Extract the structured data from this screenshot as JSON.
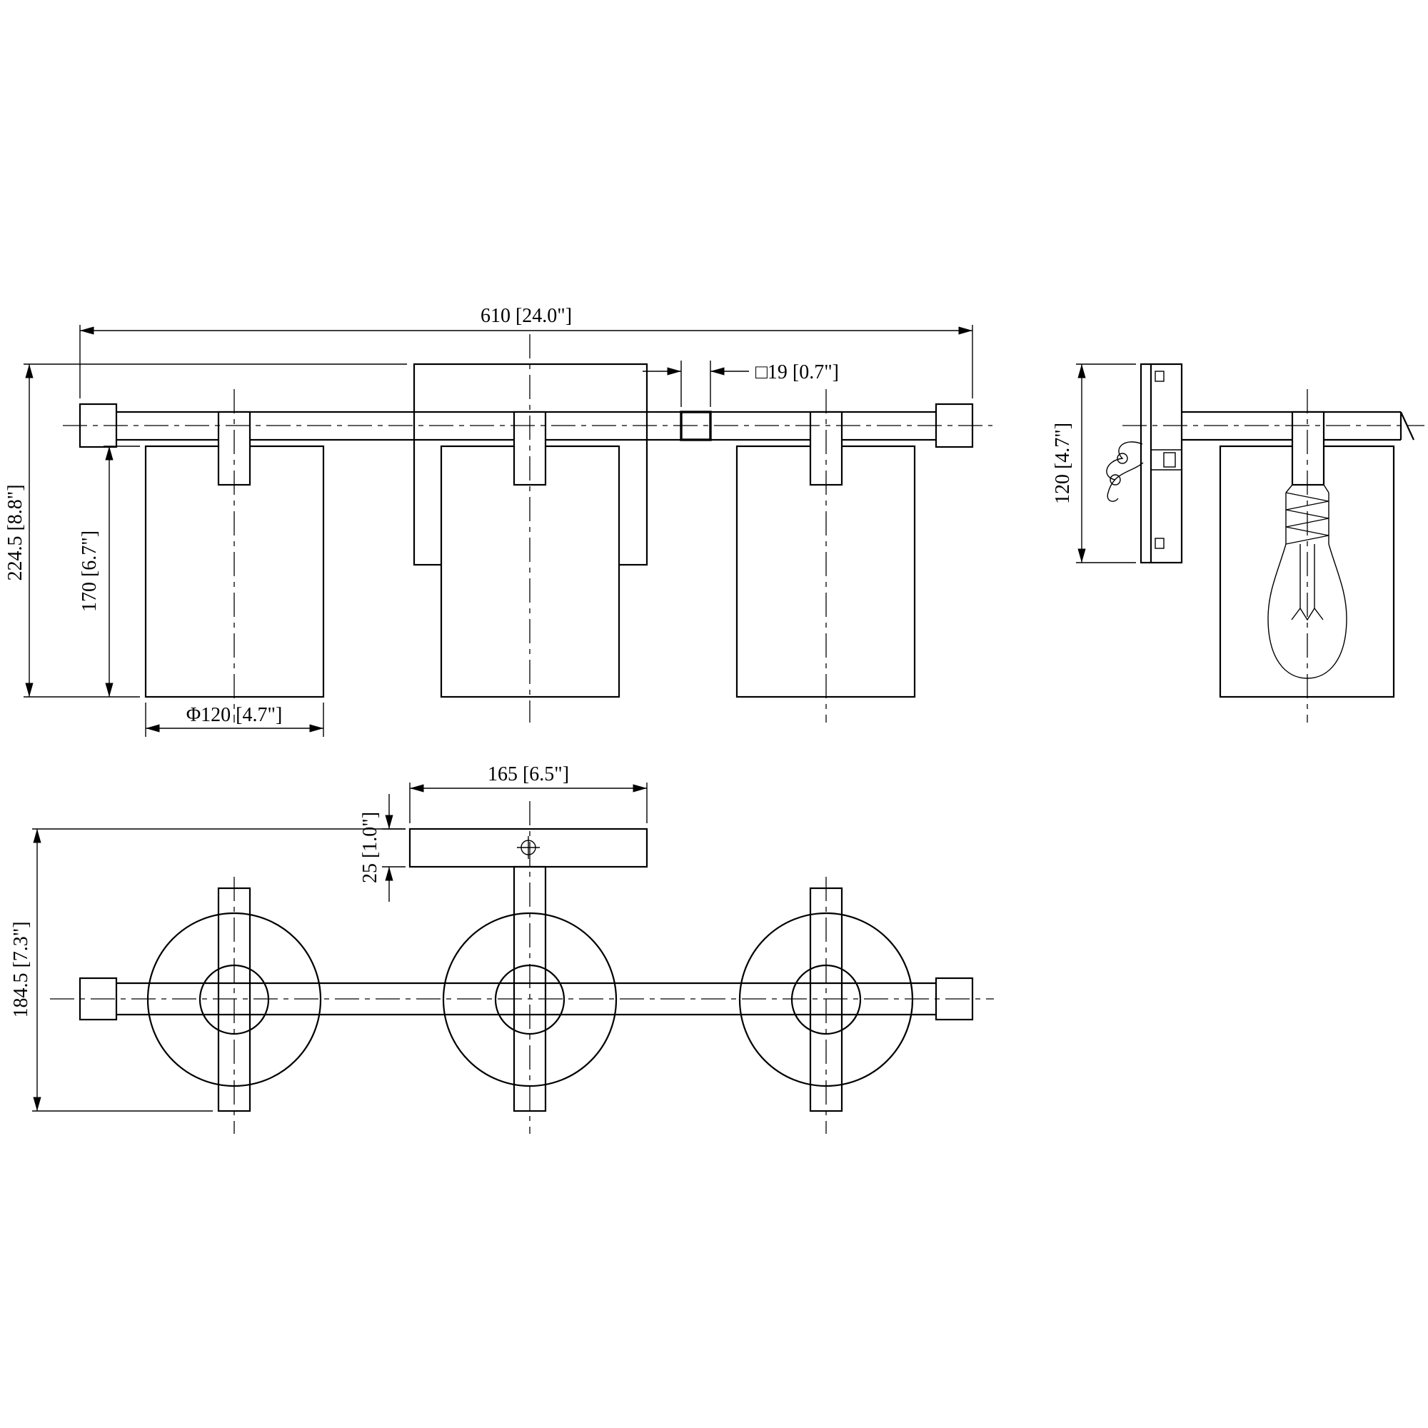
{
  "page": {
    "background_color": "#ffffff",
    "line_color": "#000000"
  },
  "views": {
    "front": {
      "dims": {
        "overall_width": "610 [24.0\"]",
        "bar_square": "□19 [0.7\"]",
        "overall_height": "224.5 [8.8\"]",
        "shade_height": "170 [6.7\"]",
        "shade_diameter": "Φ120 [4.7\"]"
      }
    },
    "side": {
      "dims": {
        "backplate_height": "120 [4.7\"]"
      }
    },
    "plan": {
      "dims": {
        "canopy_width": "165 [6.5\"]",
        "canopy_depth": "25 [1.0\"]",
        "overall_depth": "184.5 [7.3\"]"
      }
    }
  }
}
